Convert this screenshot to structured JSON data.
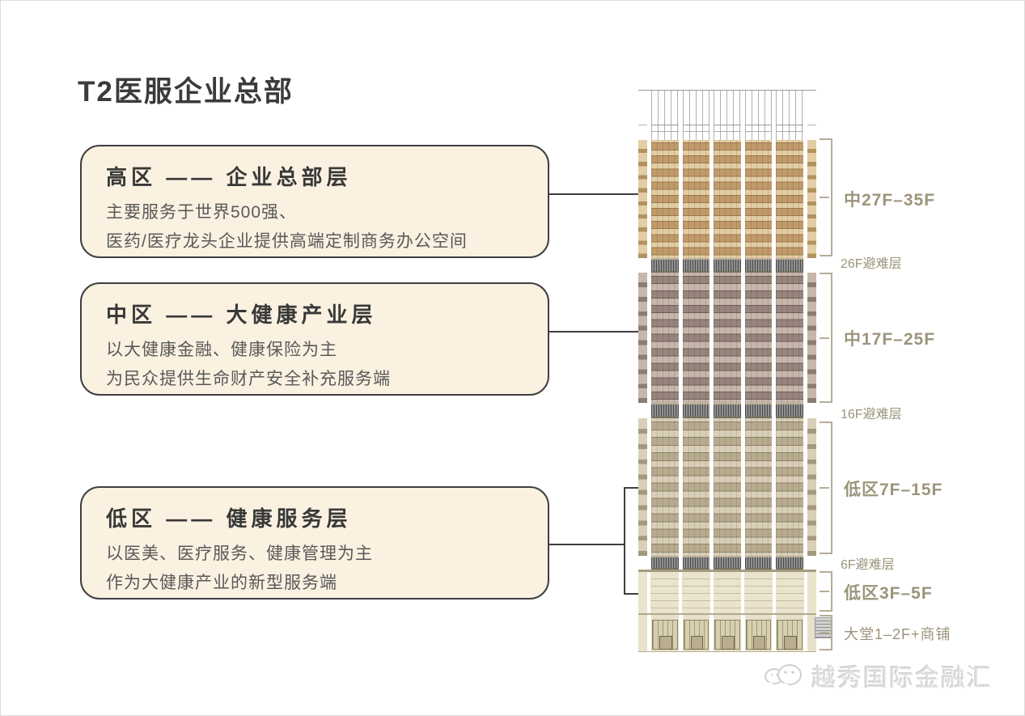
{
  "page": {
    "title": "T2医服企业总部"
  },
  "cards": [
    {
      "heading": "高区 —— 企业总部层",
      "line1": "主要服务于世界500强、",
      "line2": "医药/医疗龙头企业提供高端定制商务办公空间"
    },
    {
      "heading": "中区 —— 大健康产业层",
      "line1": "以大健康金融、健康保险为主",
      "line2": "为民众提供生命财产安全补充服务端"
    },
    {
      "heading": "低区 —— 健康服务层",
      "line1": "以医美、医疗服务、健康管理为主",
      "line2": "作为大健康产业的新型服务端"
    }
  ],
  "building": {
    "zones": [
      {
        "label": "中27F–35F"
      },
      {
        "label": "中17F–25F"
      },
      {
        "label": "低区7F–15F"
      },
      {
        "label": "低区3F–5F"
      },
      {
        "label": "大堂1–2F+商铺"
      }
    ],
    "refuges": [
      {
        "label": "26F避难层"
      },
      {
        "label": "16F避难层"
      },
      {
        "label": "6F避难层"
      }
    ]
  },
  "watermark": {
    "text": "越秀国际金融汇",
    "icon": "wechat-icon"
  },
  "colors": {
    "card-bg": "#faf1e1",
    "card-border": "#3f3f3f",
    "connector": "#3f3f3f",
    "band-high": "#e3cda4",
    "band-high-win": "#c19a6b",
    "band-mid": "#c7b6ab",
    "band-mid-win": "#97857d",
    "band-low": "#d9cfb8",
    "band-low-win": "#b6ab8e",
    "bracket": "#b5ad97",
    "label": "#9c947b",
    "watermark": "#dedede"
  }
}
